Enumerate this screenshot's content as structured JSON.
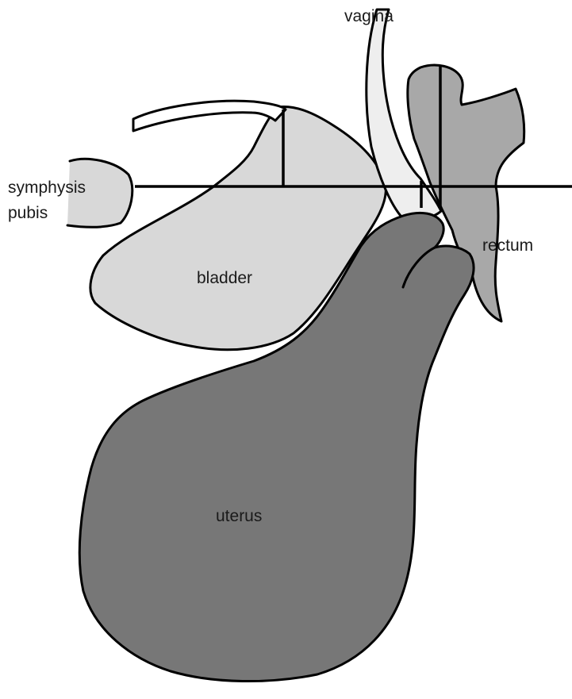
{
  "labels": {
    "vagina": "vagina",
    "symphysis_line1": "symphysis",
    "symphysis_line2": "pubis",
    "bladder": "bladder",
    "rectum": "rectum",
    "uterus": "uterus"
  },
  "colors": {
    "light_tissue": "#d8d8d8",
    "vagina_fill": "#eeeeee",
    "rectum_fill": "#a8a8a8",
    "uterus_fill": "#777777",
    "outline": "#000000"
  }
}
